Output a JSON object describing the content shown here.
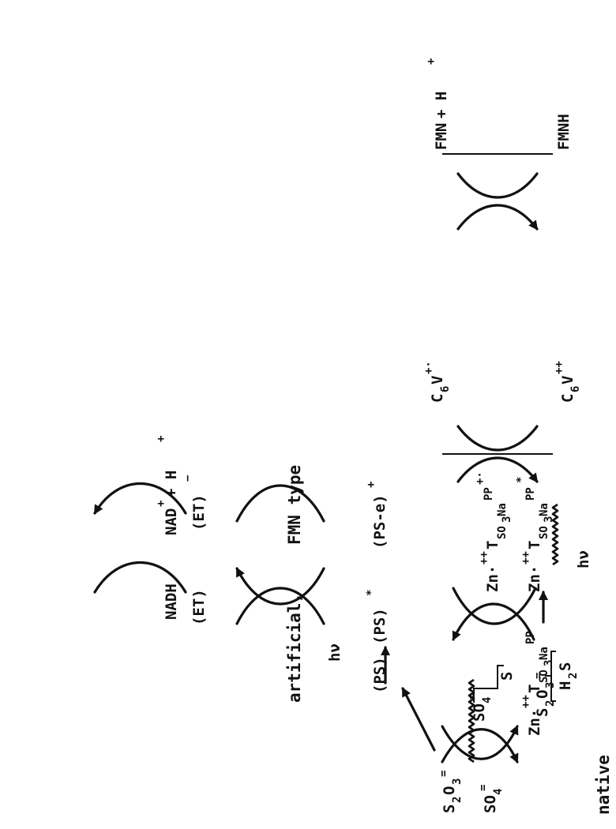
{
  "sections": {
    "native_label": "native",
    "artificial_label": "artificial,",
    "fmn_type_label": "FMN type"
  },
  "native": {
    "h2s": {
      "main": "H",
      "sub": "2",
      "tail": "S"
    },
    "s2o3": {
      "s": "S",
      "s_sub": "2",
      "o": "O",
      "o_sub": "3",
      "charge": "="
    },
    "s": "S",
    "so4": {
      "main": "SO",
      "sub": "4",
      "charge": "="
    },
    "ps": "(PS)",
    "ps_excited": {
      "main": "(PS)",
      "sup": "*"
    },
    "ps_oxidized": {
      "main": "(PS-e)",
      "sup": "+"
    },
    "et_reduced": {
      "main": "(ET)",
      "sup": "−"
    },
    "et": "(ET)",
    "nadh": "NADH",
    "nad": {
      "main": "NAD",
      "sup": "+",
      "tail": " + H",
      "tail_sup": "+"
    },
    "hv": "hν"
  },
  "artificial": {
    "s2o3": {
      "s": "S",
      "s_sub": "2",
      "o": "O",
      "o_sub": "3",
      "charge": "="
    },
    "so4": {
      "main": "SO",
      "sub": "4",
      "charge": "="
    },
    "zn_pp": {
      "zn": "Zn·",
      "zn_sup": "++",
      "t": "T",
      "t_sub": "SO",
      "t_sub2": "3",
      "na": "Na",
      "na_sup": "PP"
    },
    "zn_pp_excited": {
      "zn": "Zn·",
      "zn_sup": "++",
      "t": "T",
      "t_sub": "SO",
      "t_sub2": "3",
      "na": "Na",
      "na_sup": "PP",
      "star": "*"
    },
    "zn_pp_oxidized": {
      "zn": "Zn·",
      "zn_sup": "++",
      "t": "T",
      "t_sub": "SO",
      "t_sub2": "3",
      "na": "Na",
      "na_sup": "PP",
      "dot": "+·"
    },
    "c6v_reduced": {
      "main": "C",
      "sub": "6",
      "v": "V",
      "sup": "+·"
    },
    "c6v_oxidized": {
      "main": "C",
      "sub": "6",
      "v": "V",
      "sup": "++"
    },
    "fmnh": "FMNH",
    "fmn": {
      "main": "FMN",
      "tail": " + H",
      "tail_sup": "+"
    },
    "hv": "hν"
  }
}
